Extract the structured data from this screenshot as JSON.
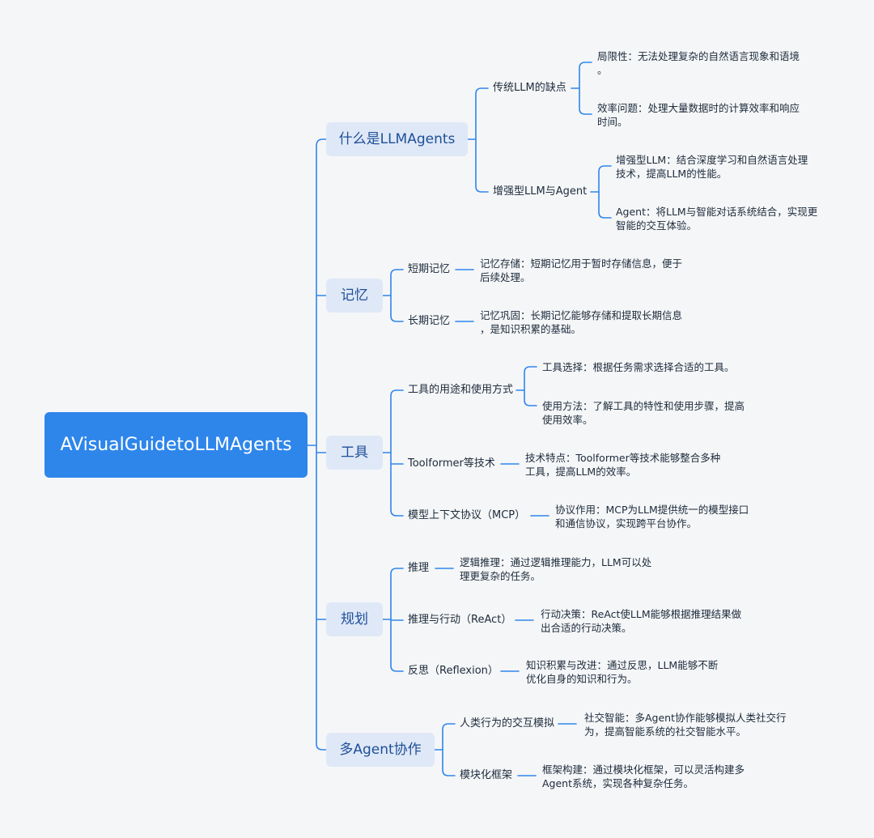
{
  "root": {
    "label": "AVisualGuidetoLLMAgents"
  },
  "sections": {
    "what": {
      "label": "什么是LLMAgents",
      "traditional": {
        "label": "传统LLM的缺点",
        "leaf1": {
          "line1": "局限性：无法处理复杂的自然语言现象和语境",
          "line2": "。"
        },
        "leaf2": {
          "line1": "效率问题：处理大量数据时的计算效率和响应",
          "line2": "时间。"
        }
      },
      "enhanced": {
        "label": "增强型LLM与Agent",
        "leaf1": {
          "line1": "增强型LLM：结合深度学习和自然语言处理",
          "line2": "技术，提高LLM的性能。"
        },
        "leaf2": {
          "line1": "Agent：将LLM与智能对话系统结合，实现更",
          "line2": "智能的交互体验。"
        }
      }
    },
    "memory": {
      "label": "记忆",
      "short": {
        "label": "短期记忆",
        "leaf": {
          "line1": "记忆存储：短期记忆用于暂时存储信息，便于",
          "line2": "后续处理。"
        }
      },
      "long": {
        "label": "长期记忆",
        "leaf": {
          "line1": "记忆巩固：长期记忆能够存储和提取长期信息",
          "line2": "，是知识积累的基础。"
        }
      }
    },
    "tools": {
      "label": "工具",
      "usage": {
        "label": "工具的用途和使用方式",
        "leaf1": {
          "line1": "工具选择：根据任务需求选择合适的工具。"
        },
        "leaf2": {
          "line1": "使用方法：了解工具的特性和使用步骤，提高",
          "line2": "使用效率。"
        }
      },
      "toolformer": {
        "label": "Toolformer等技术",
        "leaf": {
          "line1": "技术特点：Toolformer等技术能够整合多种",
          "line2": "工具，提高LLM的效率。"
        }
      },
      "mcp": {
        "label": "模型上下文协议（MCP）",
        "leaf": {
          "line1": "协议作用：MCP为LLM提供统一的模型接口",
          "line2": "和通信协议，实现跨平台协作。"
        }
      }
    },
    "planning": {
      "label": "规划",
      "reasoning": {
        "label": "推理",
        "leaf": {
          "line1": "逻辑推理：通过逻辑推理能力，LLM可以处",
          "line2": "理更复杂的任务。"
        }
      },
      "react": {
        "label": "推理与行动（ReAct）",
        "leaf": {
          "line1": "行动决策：ReAct使LLM能够根据推理结果做",
          "line2": "出合适的行动决策。"
        }
      },
      "reflexion": {
        "label": "反思（Reflexion）",
        "leaf": {
          "line1": "知识积累与改进：通过反思，LLM能够不断",
          "line2": "优化自身的知识和行为。"
        }
      }
    },
    "multi": {
      "label": "多Agent协作",
      "social": {
        "label": "人类行为的交互模拟",
        "leaf": {
          "line1": "社交智能：多Agent协作能够模拟人类社交行",
          "line2": "为，提高智能系统的社交智能水平。"
        }
      },
      "modular": {
        "label": "模块化框架",
        "leaf": {
          "line1": "框架构建：通过模块化框架，可以灵活构建多",
          "line2": "Agent系统，实现各种复杂任务。"
        }
      }
    }
  },
  "colors": {
    "line": "#2e86eb",
    "root_bg": "#2e86eb",
    "l1_bg": "#dfe8f6",
    "l1_text": "#1e4f99",
    "text": "#1c2b3a",
    "background": "#f5f6f8"
  }
}
